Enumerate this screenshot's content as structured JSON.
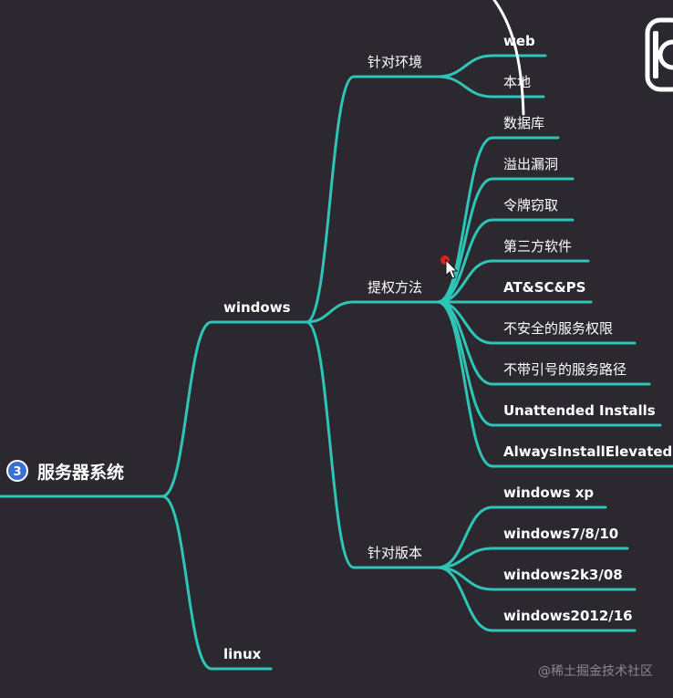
{
  "root": {
    "badge": "3",
    "label": "服务器系统",
    "badge_color": "#3b6fd8"
  },
  "branches": {
    "windows": {
      "label": "windows",
      "children": {
        "env": {
          "label": "针对环境",
          "items": [
            "web",
            "本地"
          ]
        },
        "methods": {
          "label": "提权方法",
          "items": [
            "数据库",
            "溢出漏洞",
            "令牌窃取",
            "第三方软件",
            "AT&SC&PS",
            "不安全的服务权限",
            "不带引号的服务路径",
            "Unattended Installs",
            "AlwaysInstallElevated"
          ]
        },
        "versions": {
          "label": "针对版本",
          "items": [
            "windows xp",
            "windows7/8/10",
            "windows2k3/08",
            "windows2012/16"
          ]
        }
      }
    },
    "linux": {
      "label": "linux"
    }
  },
  "colors": {
    "line": "#2ec4b6",
    "background": "#2b2830",
    "text": "#ffffff"
  },
  "watermark": "@稀土掘金技术社区"
}
